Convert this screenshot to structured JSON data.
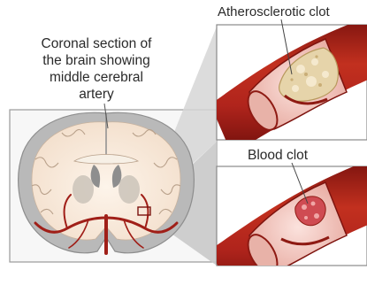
{
  "caption": {
    "lines": [
      "Coronal section of",
      "the brain showing",
      "middle cerebral",
      "artery"
    ]
  },
  "panels": {
    "top_label": "Atherosclerotic clot",
    "bottom_label": "Blood clot"
  },
  "colors": {
    "artery_red": "#b0241c",
    "artery_dark": "#7e140f",
    "lumen_pink": "#f2c9c2",
    "plaque": "#e8d9b8",
    "clot": "#c9404a",
    "brain_gray": "#bdbdbd",
    "brain_white": "#fbf1e6"
  }
}
